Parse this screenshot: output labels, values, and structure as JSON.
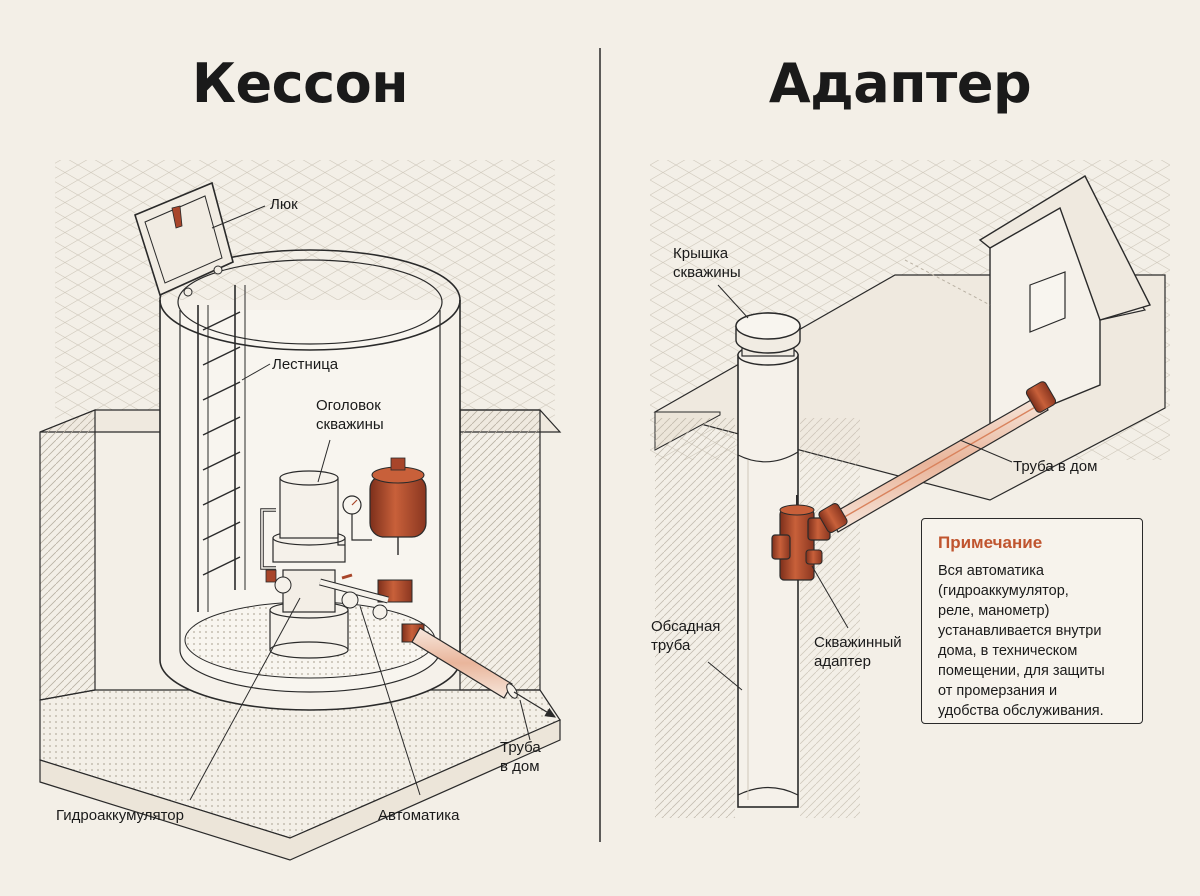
{
  "titles": {
    "left": "Кессон",
    "right": "Адаптер"
  },
  "colors": {
    "background": "#f3efe7",
    "line": "#2a2a2a",
    "accent": "#a8452a",
    "accent_light": "#d9835d",
    "note_title": "#c0552f"
  },
  "labels": {
    "hatch": "Люк",
    "ladder": "Лестница",
    "wellhead": "Оголовок\nскважины",
    "pipe_home_left": "Труба\nв дом",
    "accumulator": "Гидроаккумулятор",
    "automation": "Автоматика",
    "well_cap": "Крышка\nскважины",
    "pipe_home_right": "Труба в дом",
    "casing_pipe": "Обсадная\nтруба",
    "well_adapter": "Скважинный\nадаптер"
  },
  "note": {
    "title": "Примечание",
    "body": "Вся автоматика\n(гидроаккумулятор,\nреле, манометр)\nустанавливается внутри\nдома, в техническом\nпомещении, для защиты\nот промерзания и\nудобства обслуживания."
  }
}
